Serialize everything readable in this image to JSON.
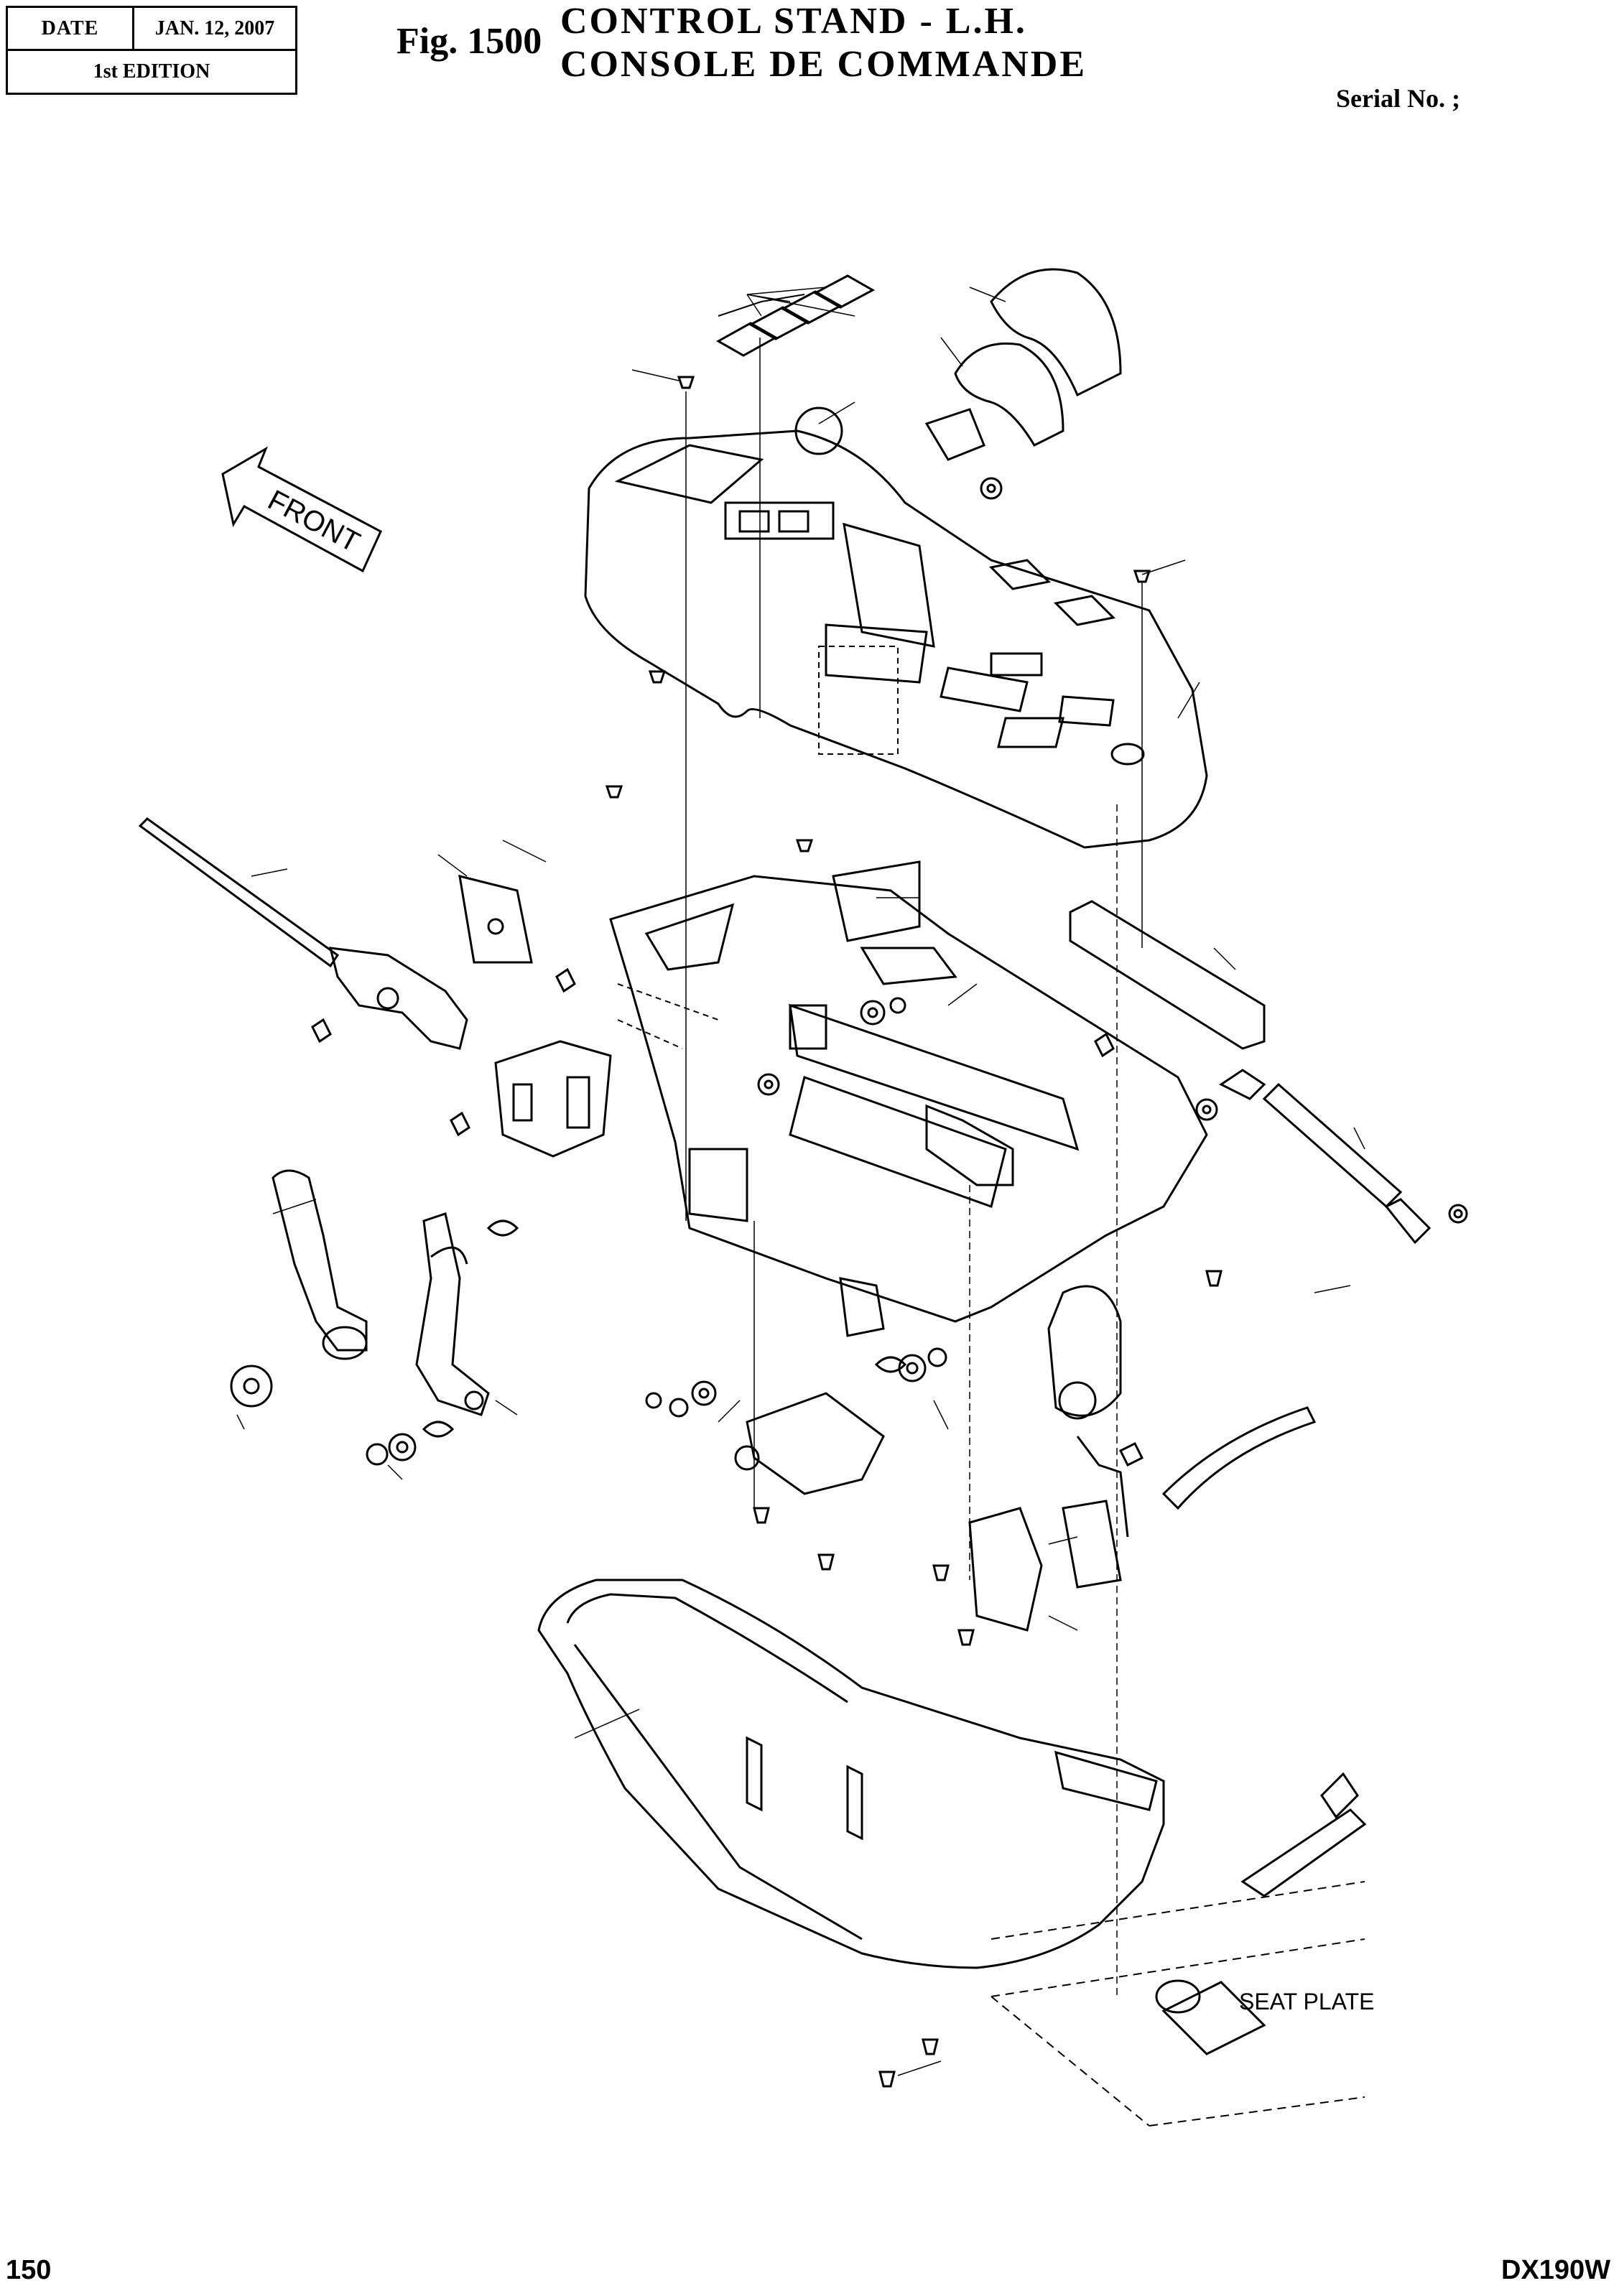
{
  "header": {
    "date_label": "DATE",
    "date_value": "JAN. 12, 2007",
    "edition": "1st EDITION",
    "fig_number": "Fig. 1500",
    "title_en": "CONTROL  STAND  -  L.H.",
    "title_fr": "CONSOLE  DE  COMMANDE",
    "serial": "Serial No. ;"
  },
  "diagram": {
    "front_label": "FRONT",
    "seat_plate_label": "SEAT PLATE"
  },
  "footer": {
    "page_number": "150",
    "model": "DX190W"
  }
}
